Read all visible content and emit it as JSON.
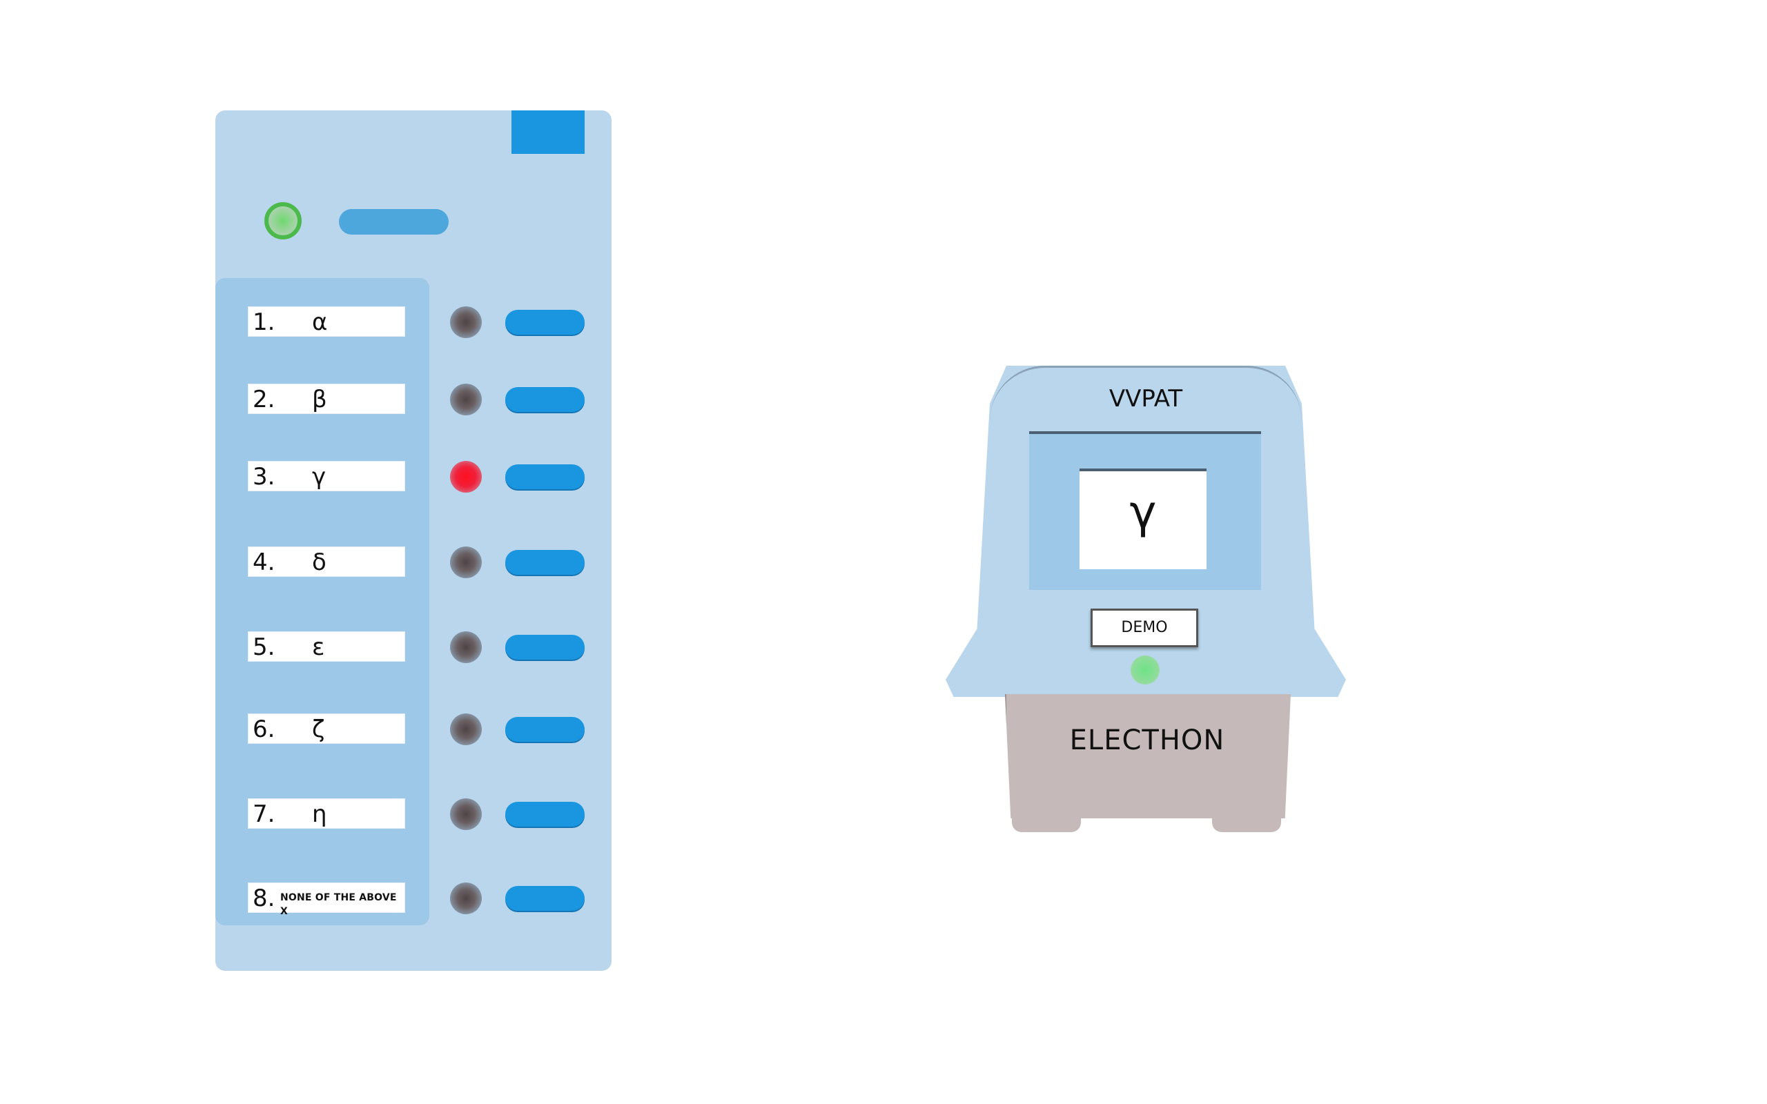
{
  "evm": {
    "candidates": [
      {
        "number": "1.",
        "name": "α",
        "lit": false
      },
      {
        "number": "2.",
        "name": "β",
        "lit": false
      },
      {
        "number": "3.",
        "name": "γ",
        "lit": true
      },
      {
        "number": "4.",
        "name": "δ",
        "lit": false
      },
      {
        "number": "5.",
        "name": "ε",
        "lit": false
      },
      {
        "number": "6.",
        "name": "ζ",
        "lit": false
      },
      {
        "number": "7.",
        "name": "η",
        "lit": false
      },
      {
        "number": "8.",
        "name": "NONE OF THE ABOVE  X",
        "lit": false
      }
    ],
    "colors": {
      "body": "#b9d6ec",
      "panel": "#9dc8e8",
      "button": "#1a95df",
      "ready_led": "#4cb94c",
      "vote_led_lit": "#ff1020",
      "vote_led_off": "#5a5053"
    }
  },
  "vvpat": {
    "title": "VVPAT",
    "slip_symbol": "γ",
    "demo_label": "DEMO",
    "brand": "ELECTHON",
    "colors": {
      "body": "#b9d6ec",
      "base": "#c6b9b9",
      "status_led": "#6ee486"
    }
  }
}
